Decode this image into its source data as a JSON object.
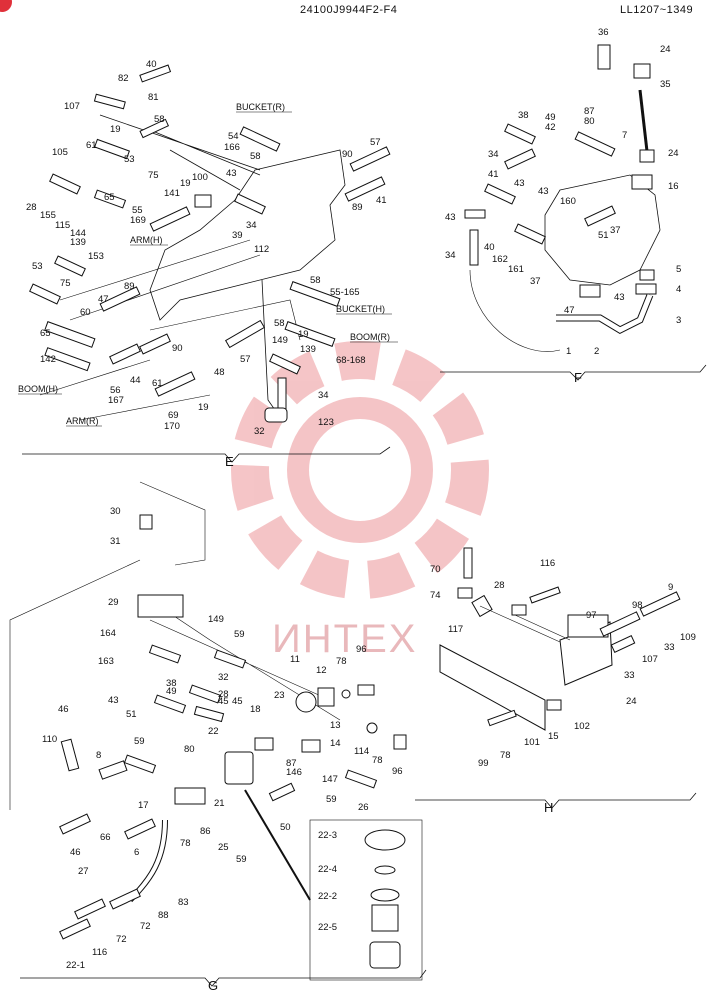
{
  "header": {
    "code": "24100J9944F2-F4",
    "serial": "LL1207~1349"
  },
  "watermark": {
    "text": "ИНТЕХ",
    "color": "#e25a5f"
  },
  "sections": {
    "E": {
      "letter": "E",
      "labels": [
        "BUCKET(R)",
        "ARM(H)",
        "BUCKET(H)",
        "BOOM(R)",
        "BOOM(H)",
        "ARM(R)"
      ],
      "parts": [
        "40",
        "82",
        "81",
        "107",
        "58",
        "54",
        "166",
        "58",
        "19",
        "61",
        "53",
        "105",
        "75",
        "90",
        "57",
        "28",
        "155",
        "115",
        "144",
        "139",
        "65",
        "55",
        "169",
        "141",
        "19",
        "100",
        "43",
        "34",
        "89",
        "41",
        "39",
        "112",
        "153",
        "53",
        "75",
        "89",
        "47",
        "60",
        "65",
        "142",
        "90",
        "56",
        "167",
        "44",
        "61",
        "48",
        "57",
        "58",
        "55-165",
        "58",
        "19",
        "139",
        "149",
        "68-168",
        "69",
        "170",
        "19",
        "34",
        "32",
        "123"
      ]
    },
    "F": {
      "letter": "F",
      "parts": [
        "36",
        "24",
        "35",
        "87",
        "80",
        "7",
        "24",
        "16",
        "38",
        "49",
        "42",
        "34",
        "41",
        "43",
        "43",
        "160",
        "51",
        "37",
        "43",
        "34",
        "40",
        "162",
        "161",
        "37",
        "5",
        "4",
        "43",
        "47",
        "3",
        "1",
        "2"
      ]
    },
    "G": {
      "letter": "G",
      "parts": [
        "30",
        "31",
        "29",
        "149",
        "59",
        "164",
        "163",
        "38",
        "49",
        "32",
        "43",
        "51",
        "28",
        "45",
        "11",
        "12",
        "78",
        "96",
        "23",
        "13",
        "18",
        "22",
        "14",
        "114",
        "96",
        "78",
        "45",
        "46",
        "110",
        "8",
        "59",
        "17",
        "80",
        "87",
        "146",
        "147",
        "59",
        "26",
        "21",
        "86",
        "78",
        "25",
        "59",
        "50",
        "46",
        "66",
        "6",
        "27",
        "72",
        "88",
        "83",
        "72",
        "116",
        "22-1",
        "22-3",
        "22-4",
        "22-2",
        "22-5"
      ]
    },
    "H": {
      "letter": "H",
      "parts": [
        "70",
        "116",
        "28",
        "74",
        "117",
        "9",
        "98",
        "97",
        "109",
        "33",
        "107",
        "33",
        "24",
        "102",
        "15",
        "101",
        "78",
        "99"
      ]
    }
  }
}
